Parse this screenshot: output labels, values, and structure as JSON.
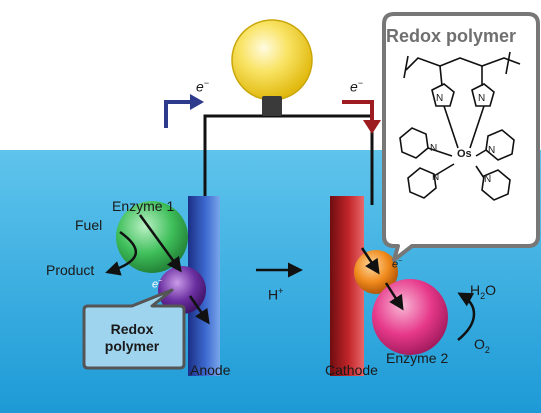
{
  "labels": {
    "enzyme1": "Enzyme 1",
    "enzyme2": "Enzyme 2",
    "fuel": "Fuel",
    "product": "Product",
    "anode": "Anode",
    "cathode": "Cathode",
    "proton": "H",
    "proton_sup": "+",
    "electron": "e",
    "electron_sup": "−",
    "water": "H",
    "water_sub": "2",
    "water_tail": "O",
    "oxygen": "O",
    "oxygen_sub": "2"
  },
  "callouts": {
    "redox_polymer_title": "Redox polymer",
    "redox_polymer_line1": "Redox",
    "redox_polymer_line2": "polymer"
  },
  "structure": {
    "metal": "Os",
    "nitrogen": "N"
  },
  "colors": {
    "water": "#3aaee0",
    "anode": "#2c4fb0",
    "cathode": "#b81e22",
    "enzyme1": "#3fbf5a",
    "enzyme2": "#e6388a",
    "redox_anode": "#6a2fa0",
    "redox_cathode": "#f08a1c",
    "bulb": "#f5d530",
    "blue_arrow": "#2e3a8c",
    "red_arrow": "#9c1c22"
  }
}
